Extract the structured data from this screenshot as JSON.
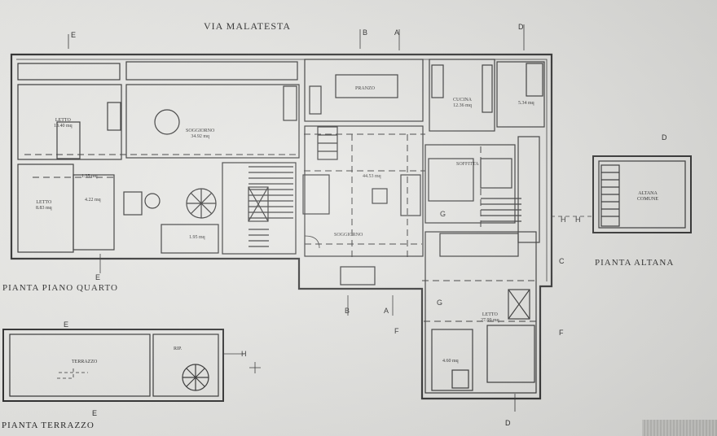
{
  "titles": {
    "street": "VIA MALATESTA",
    "floor4": "PIANTA PIANO QUARTO",
    "altana": "PIANTA ALTANA",
    "terrazzo": "PIANTA TERRAZZO"
  },
  "rooms": {
    "letto_1": {
      "name": "LETTO",
      "area": "13.40 mq"
    },
    "letto_2": {
      "name": "LETTO",
      "area": "8.83 mq"
    },
    "bagno_1": {
      "area": "4.22 mq"
    },
    "bagno_small": {
      "area": "1.35 mq"
    },
    "soggiorno_1": {
      "name": "SOGGIORNO",
      "area": "34.92 mq"
    },
    "ripost": {
      "area": "1.95 mq"
    },
    "pranzo": {
      "name": "PRANZO"
    },
    "soggiorno_2": {
      "name": "SOGGIORNO",
      "area": "44.53 mq"
    },
    "cucina": {
      "name": "CUCINA",
      "area": "12.36 mq"
    },
    "bagno_kitchen": {
      "area": "5.34 mq"
    },
    "soffitta": {
      "name": "SOFFITTA"
    },
    "letto_3": {
      "name": "LETTO",
      "area": "27.99 mq"
    },
    "bagno_3": {
      "area": "4.60 mq"
    },
    "altana": {
      "name": "ALTANA",
      "sub": "COMUNE"
    },
    "terrazzo": {
      "name": "TERRAZZO"
    },
    "rip": {
      "name": "RIP."
    }
  },
  "section_marks": {
    "e": "E",
    "b": "B",
    "a": "A",
    "d": "D",
    "g": "G",
    "h": "H",
    "c": "C",
    "f": "F"
  }
}
